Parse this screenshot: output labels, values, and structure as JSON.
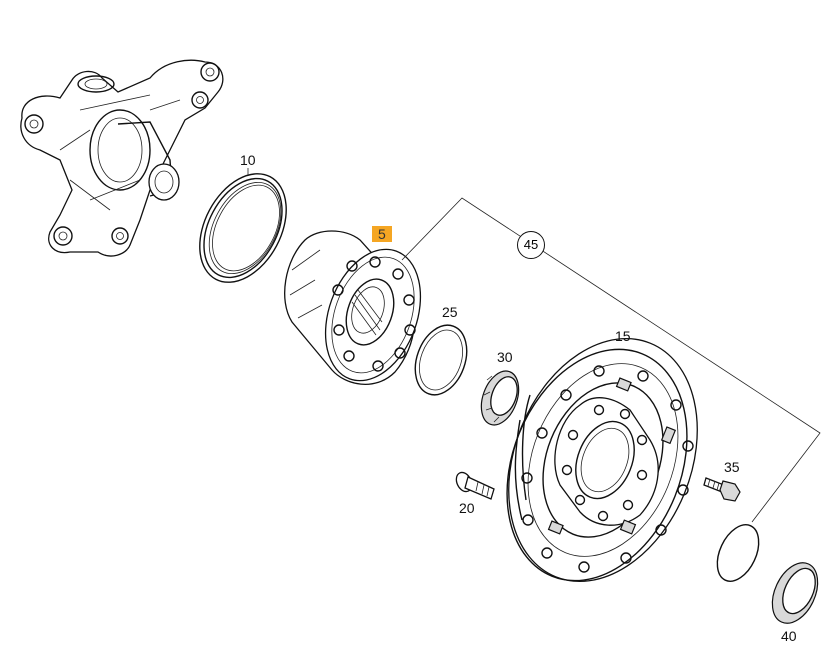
{
  "callouts": {
    "p10": "10",
    "p5": "5",
    "p45": "45",
    "p25": "25",
    "p30": "30",
    "p15": "15",
    "p35": "35",
    "p20": "20",
    "p40": "40"
  },
  "colors": {
    "highlight": "#f5a623",
    "line": "#111111"
  }
}
